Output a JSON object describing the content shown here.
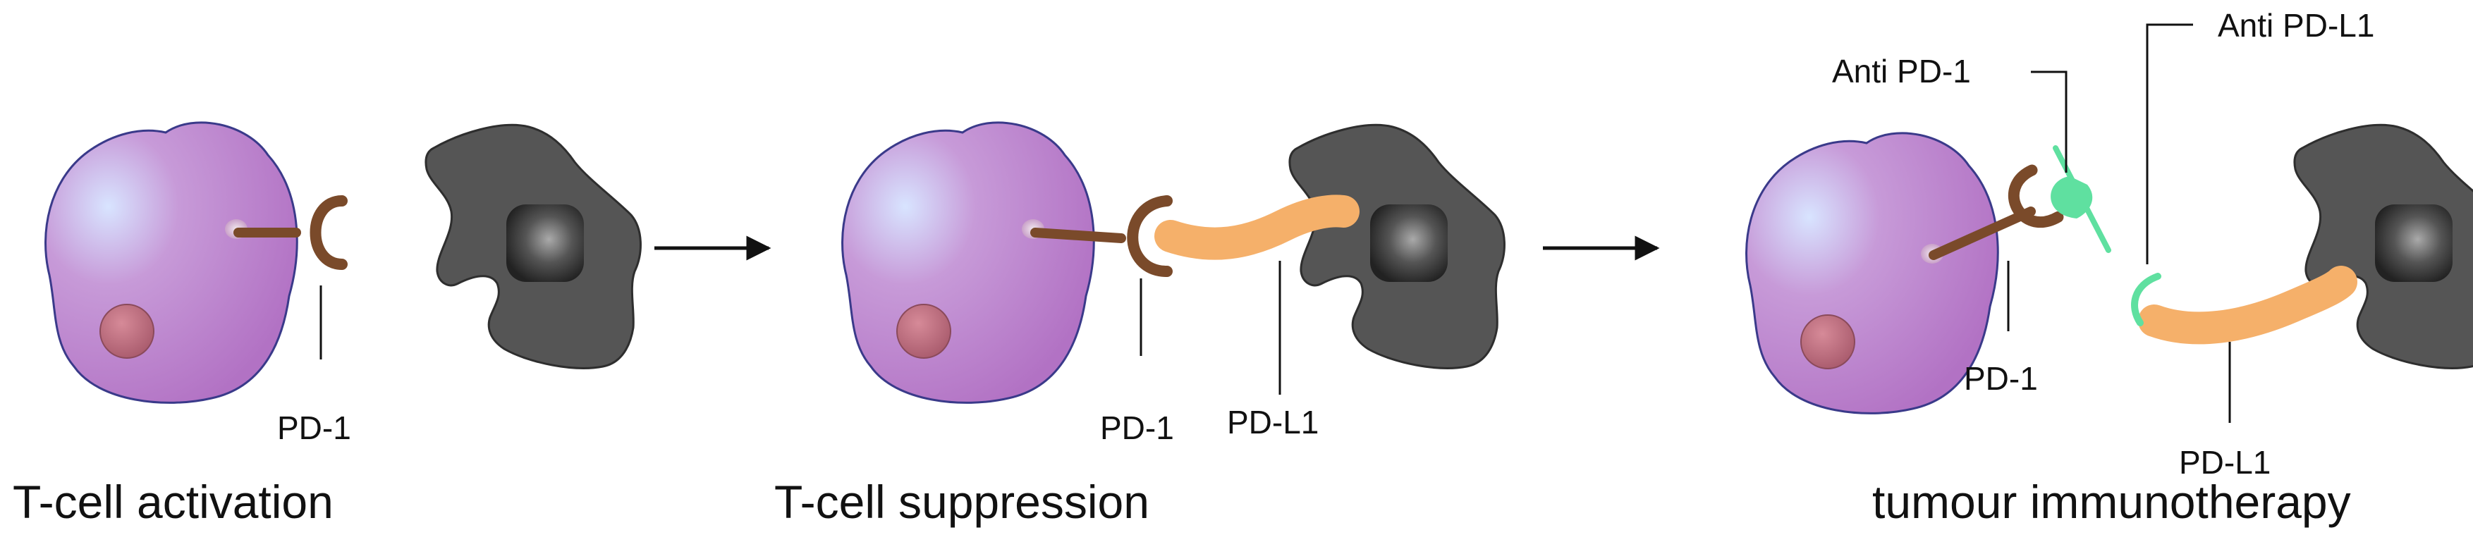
{
  "panels": [
    {
      "caption": "T-cell activation",
      "labels": {
        "pd1": "PD-1"
      }
    },
    {
      "caption": "T-cell suppression",
      "labels": {
        "pd1": "PD-1",
        "pdl1": "PD-L1"
      }
    },
    {
      "caption": "tumour immunotherapy",
      "labels": {
        "pd1": "PD-1",
        "pdl1": "PD-L1",
        "anti_pd1": "Anti PD-1",
        "anti_pdl1": "Anti PD-L1"
      }
    }
  ],
  "colors": {
    "tcell": "#b97cc8",
    "tcell_outline": "#3a3a8a",
    "nucleus": "#b3667a",
    "pd1_receptor": "#7a4a2a",
    "pdl1_ligand": "#f5b06a",
    "tumour_cell": "#555555",
    "antibody": "#5fe0a0",
    "arrow": "#111111"
  }
}
